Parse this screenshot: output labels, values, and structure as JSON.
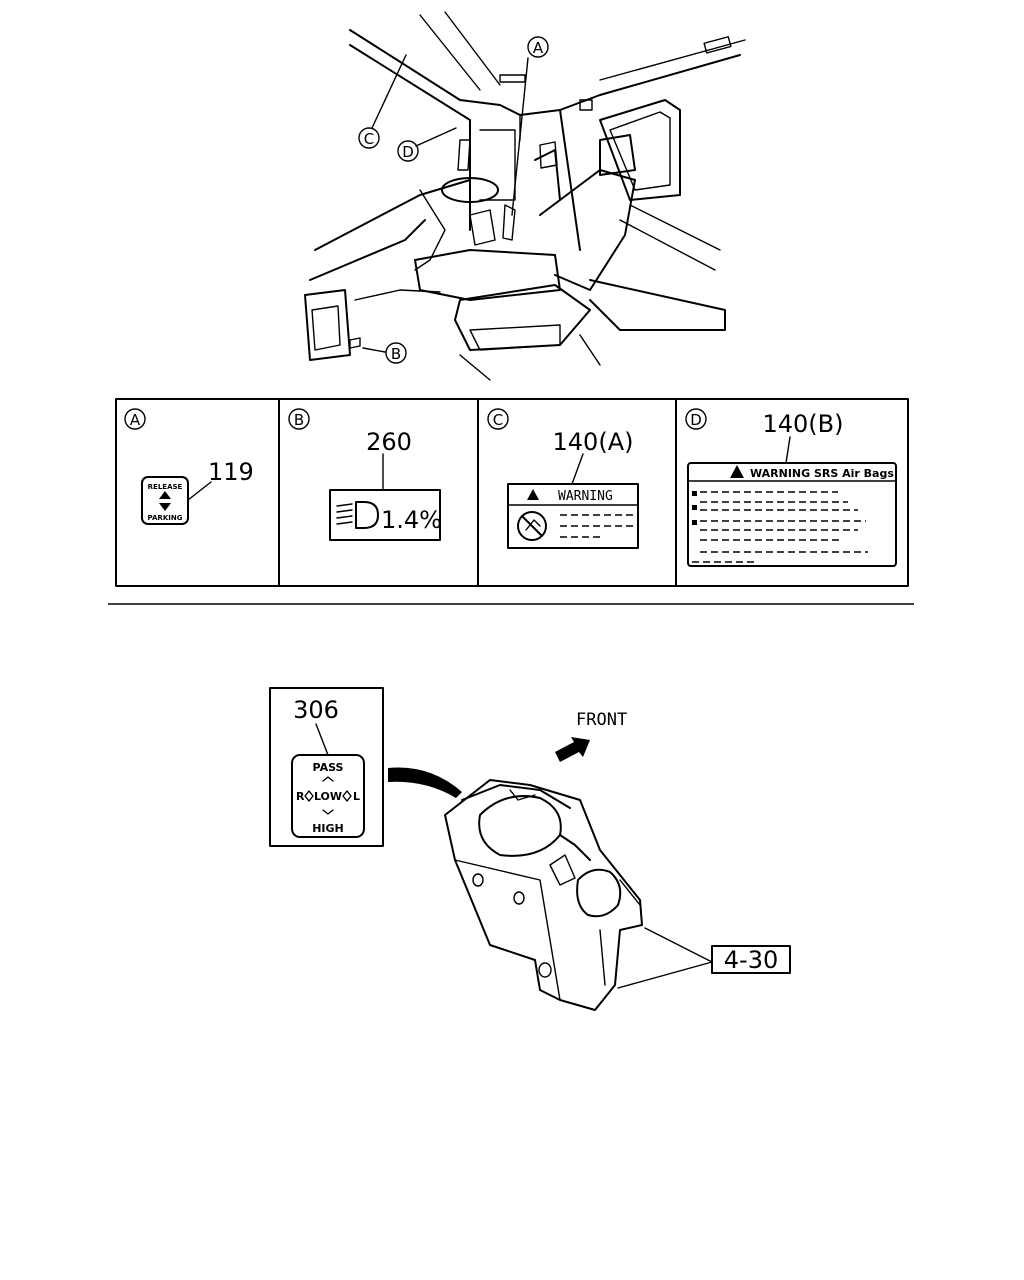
{
  "callouts": {
    "a": "A",
    "b": "B",
    "c": "C",
    "d": "D"
  },
  "panels": [
    {
      "letter": "A",
      "part_no": "119",
      "label_line1": "RELEASE",
      "label_line2": "PARKING"
    },
    {
      "letter": "B",
      "part_no": "260",
      "reading": "1.4%"
    },
    {
      "letter": "C",
      "part_no": "140(A)",
      "title": "WARNING"
    },
    {
      "letter": "D",
      "part_no": "140(B)",
      "title": "WARNING SRS Air Bags"
    }
  ],
  "lower": {
    "part_no": "306",
    "switch_top": "PASS",
    "switch_left": "R",
    "switch_mid": "LOW",
    "switch_right": "L",
    "switch_bottom": "HIGH",
    "direction": "FRONT",
    "ref": "4-30"
  }
}
